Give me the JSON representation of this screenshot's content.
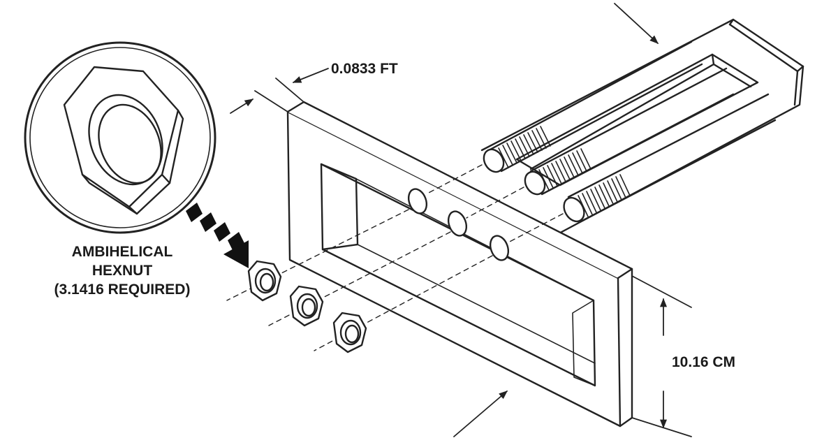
{
  "callout": {
    "line1": "AMBIHELICAL",
    "line2": "HEXNUT",
    "line3": "(3.1416 REQUIRED)"
  },
  "dimensions": {
    "thickness": "0.0833 FT",
    "height": "10.16 CM"
  }
}
